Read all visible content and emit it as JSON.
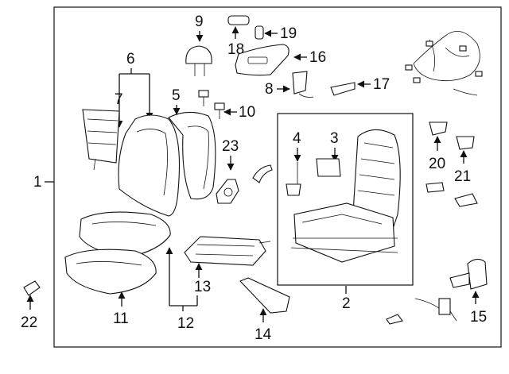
{
  "callouts": {
    "c1": "1",
    "c2": "2",
    "c3": "3",
    "c4": "4",
    "c5": "5",
    "c6": "6",
    "c7": "7",
    "c8": "8",
    "c9": "9",
    "c10": "10",
    "c11": "11",
    "c12": "12",
    "c13": "13",
    "c14": "14",
    "c15": "15",
    "c16": "16",
    "c17": "17",
    "c18": "18",
    "c19": "19",
    "c20": "20",
    "c21": "21",
    "c22": "22",
    "c23": "23"
  },
  "colors": {
    "line": "#111111",
    "background": "#ffffff"
  }
}
